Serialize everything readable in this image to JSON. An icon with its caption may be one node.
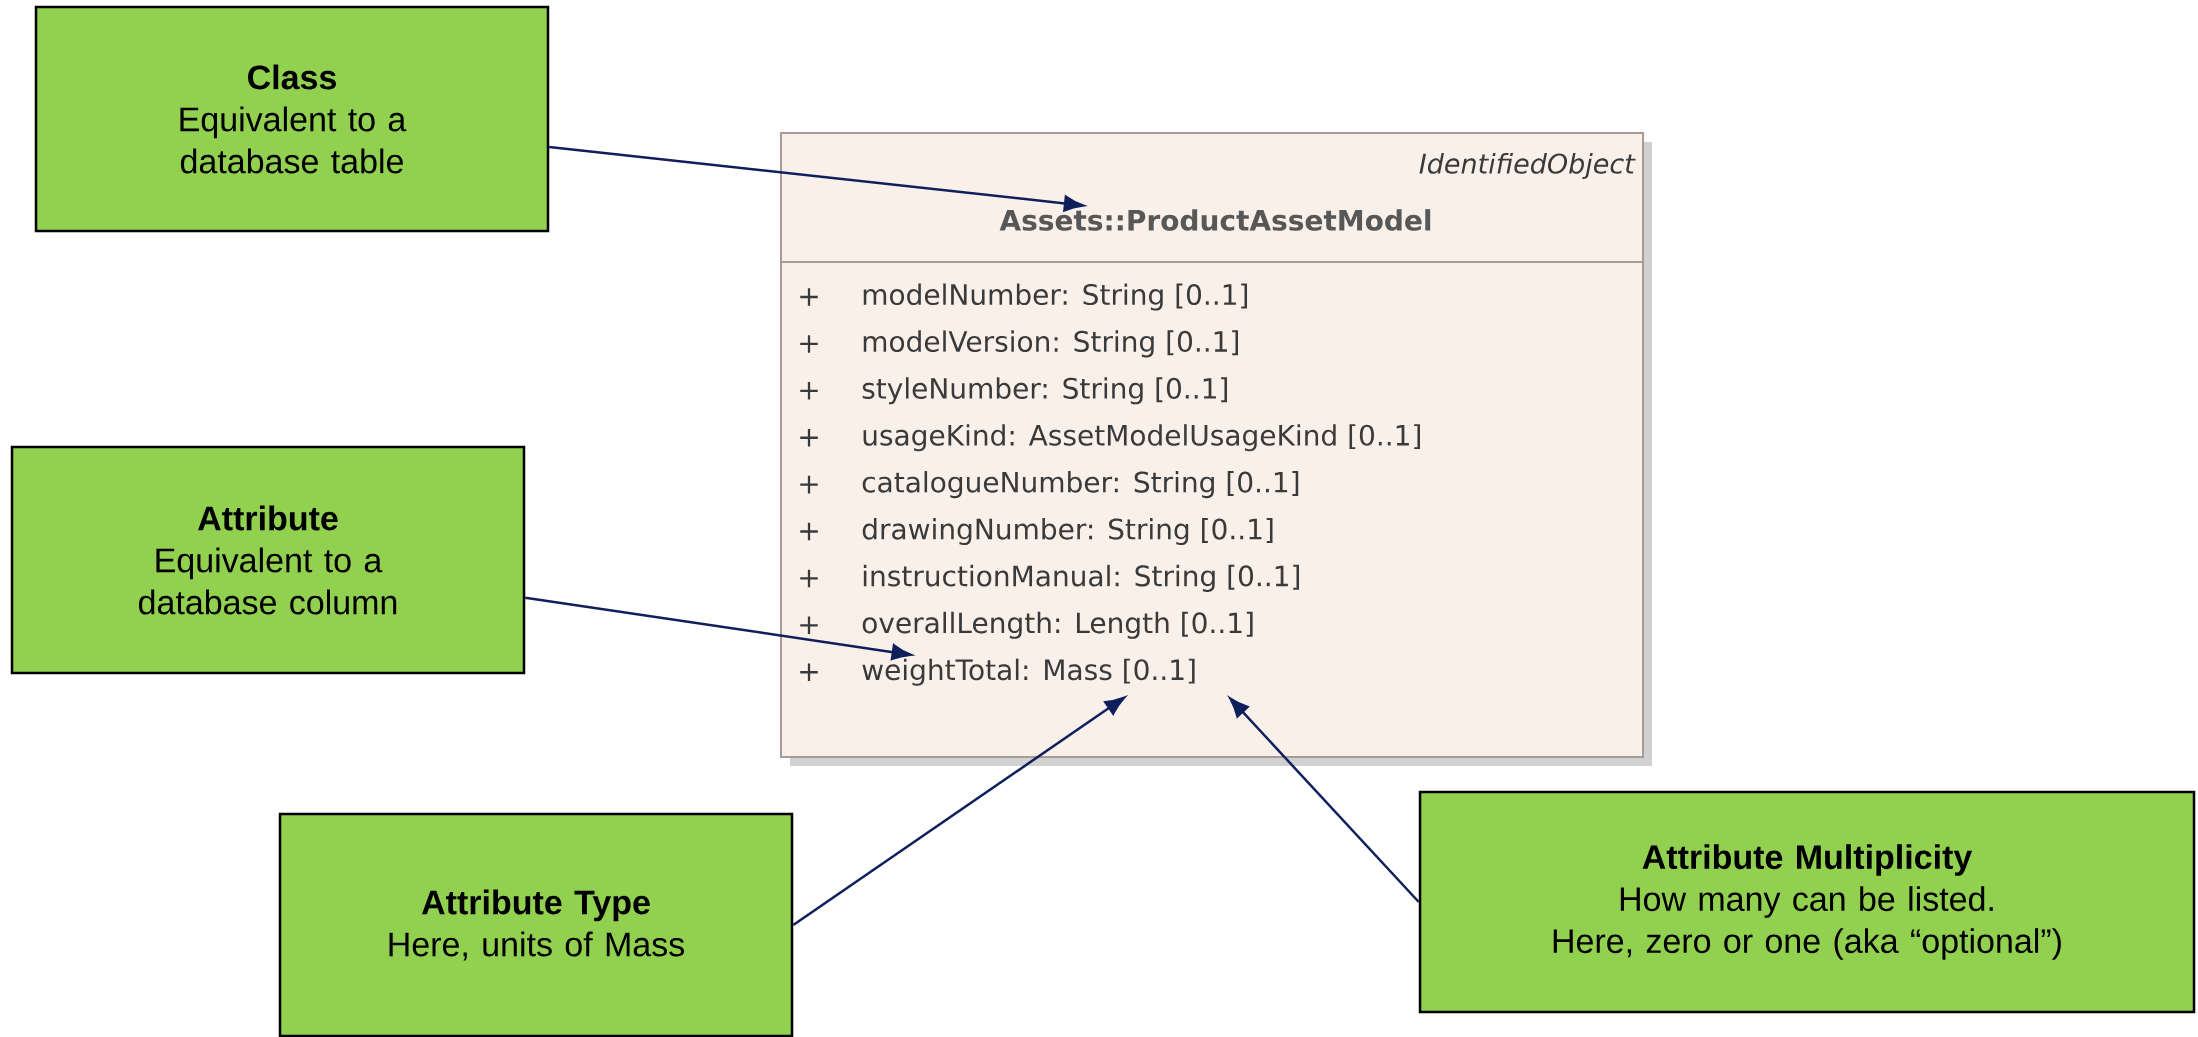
{
  "diagram": {
    "nodes": [
      {
        "text": [
          "Class",
          "Equivalent to a database table"
        ]
      },
      {
        "text": [
          "IdentifiedObject"
        ]
      },
      {
        "text": [
          "Assets::ProductAssetModel"
        ],
        "in": 1
      },
      {
        "text": [
          "modelNumber: String [0..1]"
        ],
        "in": 1
      },
      {
        "text": [
          "modelVersion: String [0..1]"
        ],
        "in": 1
      },
      {
        "text": [
          "styleNumber: String [0..1]"
        ],
        "in": 1
      },
      {
        "text": [
          "usageKind: AssetModelUsageKind [0..1]"
        ],
        "in": 1
      },
      {
        "text": [
          "catalogueNumber: String [0..1]"
        ],
        "in": 1
      },
      {
        "text": [
          "drawingNumber: String [0..1]"
        ],
        "in": 1
      },
      {
        "text": [
          "instructionManual: String [0..1]"
        ],
        "in": 1
      },
      {
        "text": [
          "overallLength: Length [0..1]"
        ],
        "in": 1
      },
      {
        "text": [
          "weightTotal: Mass [0..1]"
        ],
        "in": 1
      },
      {
        "text": [
          "Attribute",
          "Equivalent to a database column"
        ]
      },
      {
        "text": [
          "Attribute Type",
          "Here, units of Mass"
        ]
      },
      {
        "text": [
          "Attribute Multiplicity",
          "How many can be listed.",
          "Here, zero or one (aka “optional”)"
        ]
      }
    ],
    "edges": [
      {
        "from": 0,
        "to": 2,
        "arrow": "to"
      },
      {
        "from": 12,
        "to": 11,
        "arrow": "to"
      },
      {
        "from": 13,
        "to": 11,
        "arrow": "to"
      },
      {
        "from": 14,
        "to": 11,
        "arrow": "to"
      }
    ],
    "labels": [
      "+",
      "+",
      "+",
      "+",
      "+",
      "+",
      "+",
      "+",
      "+"
    ]
  }
}
